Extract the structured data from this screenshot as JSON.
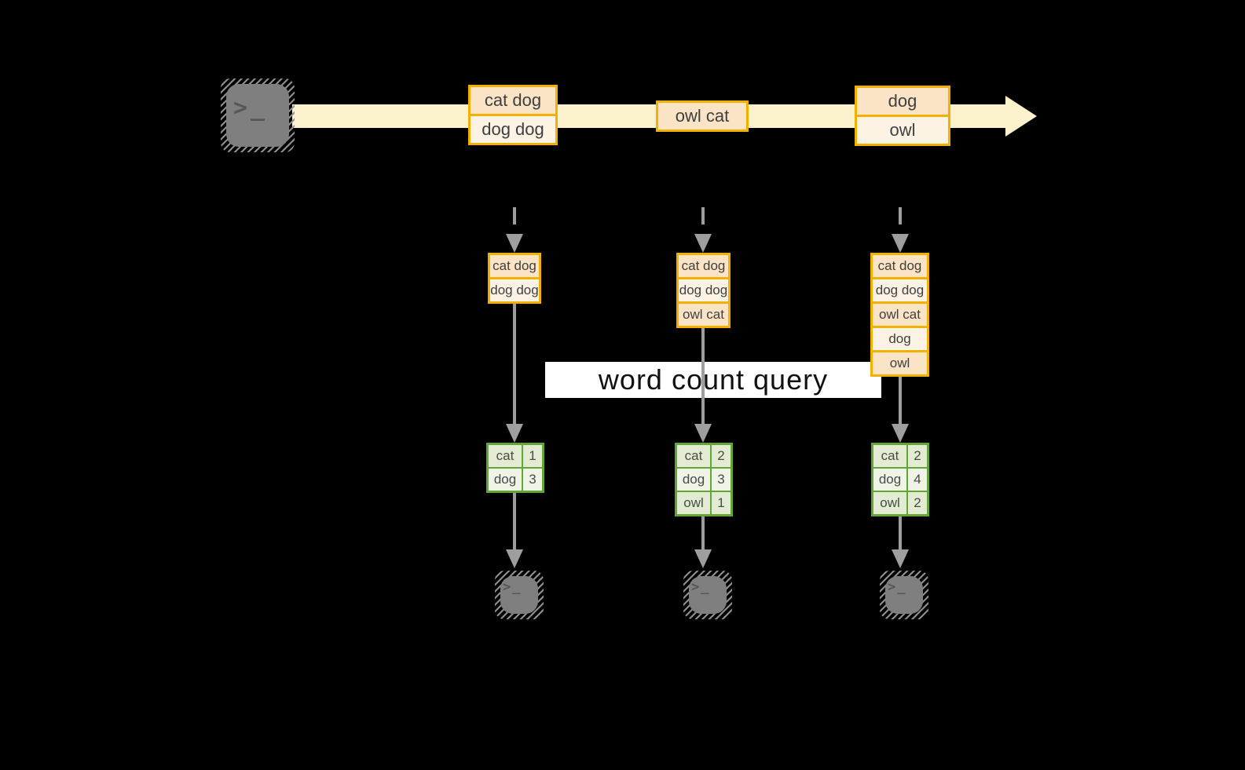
{
  "colors": {
    "background": "#000000",
    "stream_fill": "#fcf1cd",
    "event_border": "#f2b100",
    "event_cell_dark": "#fae4c5",
    "event_cell_light": "#fdf3e5",
    "event_text": "#3f3f3f",
    "arrow_gray": "#9e9e9e",
    "terminal_gray": "#7f7f7f",
    "terminal_glyph_color": "#575757",
    "table_border": "#61a636",
    "table_cell_dark": "#e3ecd3",
    "table_cell_light": "#eff4e7",
    "query_bg": "#ffffff",
    "query_text": "#111111"
  },
  "terminal_glyph": ">_",
  "query_label": "word count query",
  "stream": {
    "events": [
      {
        "lines": [
          "cat dog",
          "dog dog"
        ]
      },
      {
        "lines": [
          "owl cat"
        ]
      },
      {
        "lines": [
          "dog",
          "owl"
        ]
      }
    ]
  },
  "columns": [
    {
      "state_rows": [
        "cat dog",
        "dog dog"
      ],
      "result": [
        {
          "word": "cat",
          "count": "1"
        },
        {
          "word": "dog",
          "count": "3"
        }
      ]
    },
    {
      "state_rows": [
        "cat dog",
        "dog dog",
        "owl cat"
      ],
      "result": [
        {
          "word": "cat",
          "count": "2"
        },
        {
          "word": "dog",
          "count": "3"
        },
        {
          "word": "owl",
          "count": "1"
        }
      ]
    },
    {
      "state_rows": [
        "cat dog",
        "dog dog",
        "owl cat",
        "dog",
        "owl"
      ],
      "result": [
        {
          "word": "cat",
          "count": "2"
        },
        {
          "word": "dog",
          "count": "4"
        },
        {
          "word": "owl",
          "count": "2"
        }
      ]
    }
  ]
}
